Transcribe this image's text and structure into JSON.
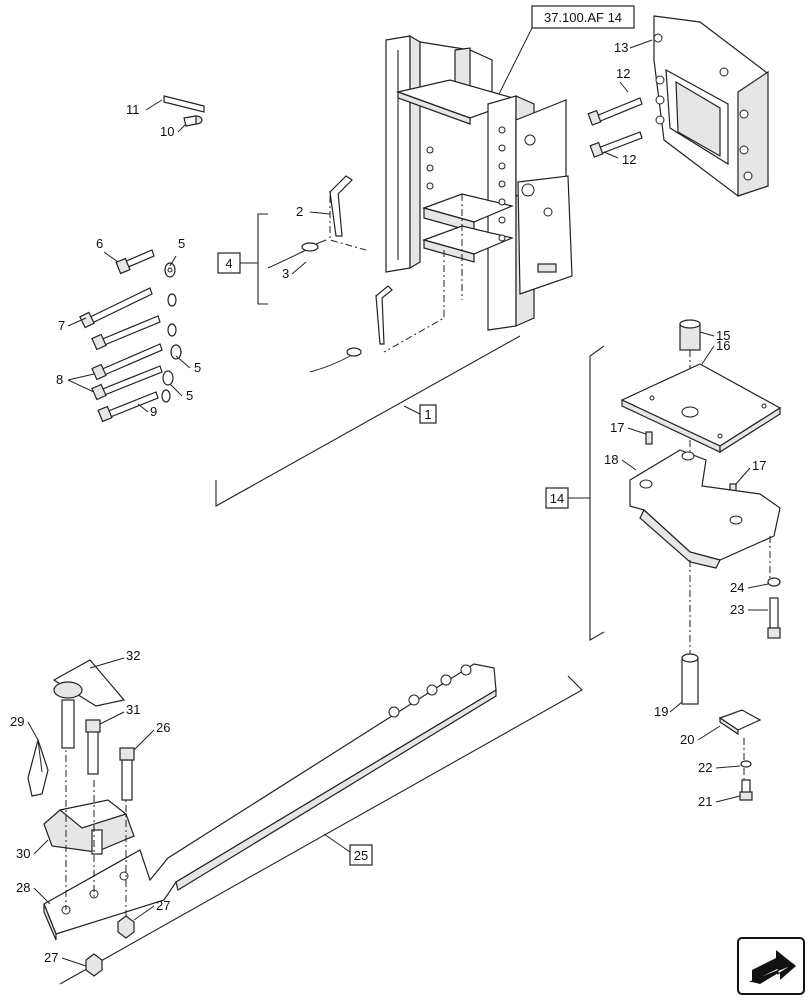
{
  "reference_box": "37.100.AF 14",
  "group_boxes": {
    "g1": "1",
    "g4": "4",
    "g14": "14",
    "g25": "25"
  },
  "callouts": {
    "c2": "2",
    "c3": "3",
    "c5a": "5",
    "c5b": "5",
    "c5c": "5",
    "c6": "6",
    "c7": "7",
    "c8": "8",
    "c9": "9",
    "c10": "10",
    "c11": "11",
    "c12a": "12",
    "c12b": "12",
    "c13": "13",
    "c15": "15",
    "c16": "16",
    "c17a": "17",
    "c17b": "17",
    "c18": "18",
    "c19": "19",
    "c20": "20",
    "c21": "21",
    "c22": "22",
    "c23": "23",
    "c24": "24",
    "c26": "26",
    "c27a": "27",
    "c27b": "27",
    "c28": "28",
    "c29": "29",
    "c30": "30",
    "c31": "31",
    "c32": "32"
  },
  "nav_icon": "next-page-arrow-icon"
}
